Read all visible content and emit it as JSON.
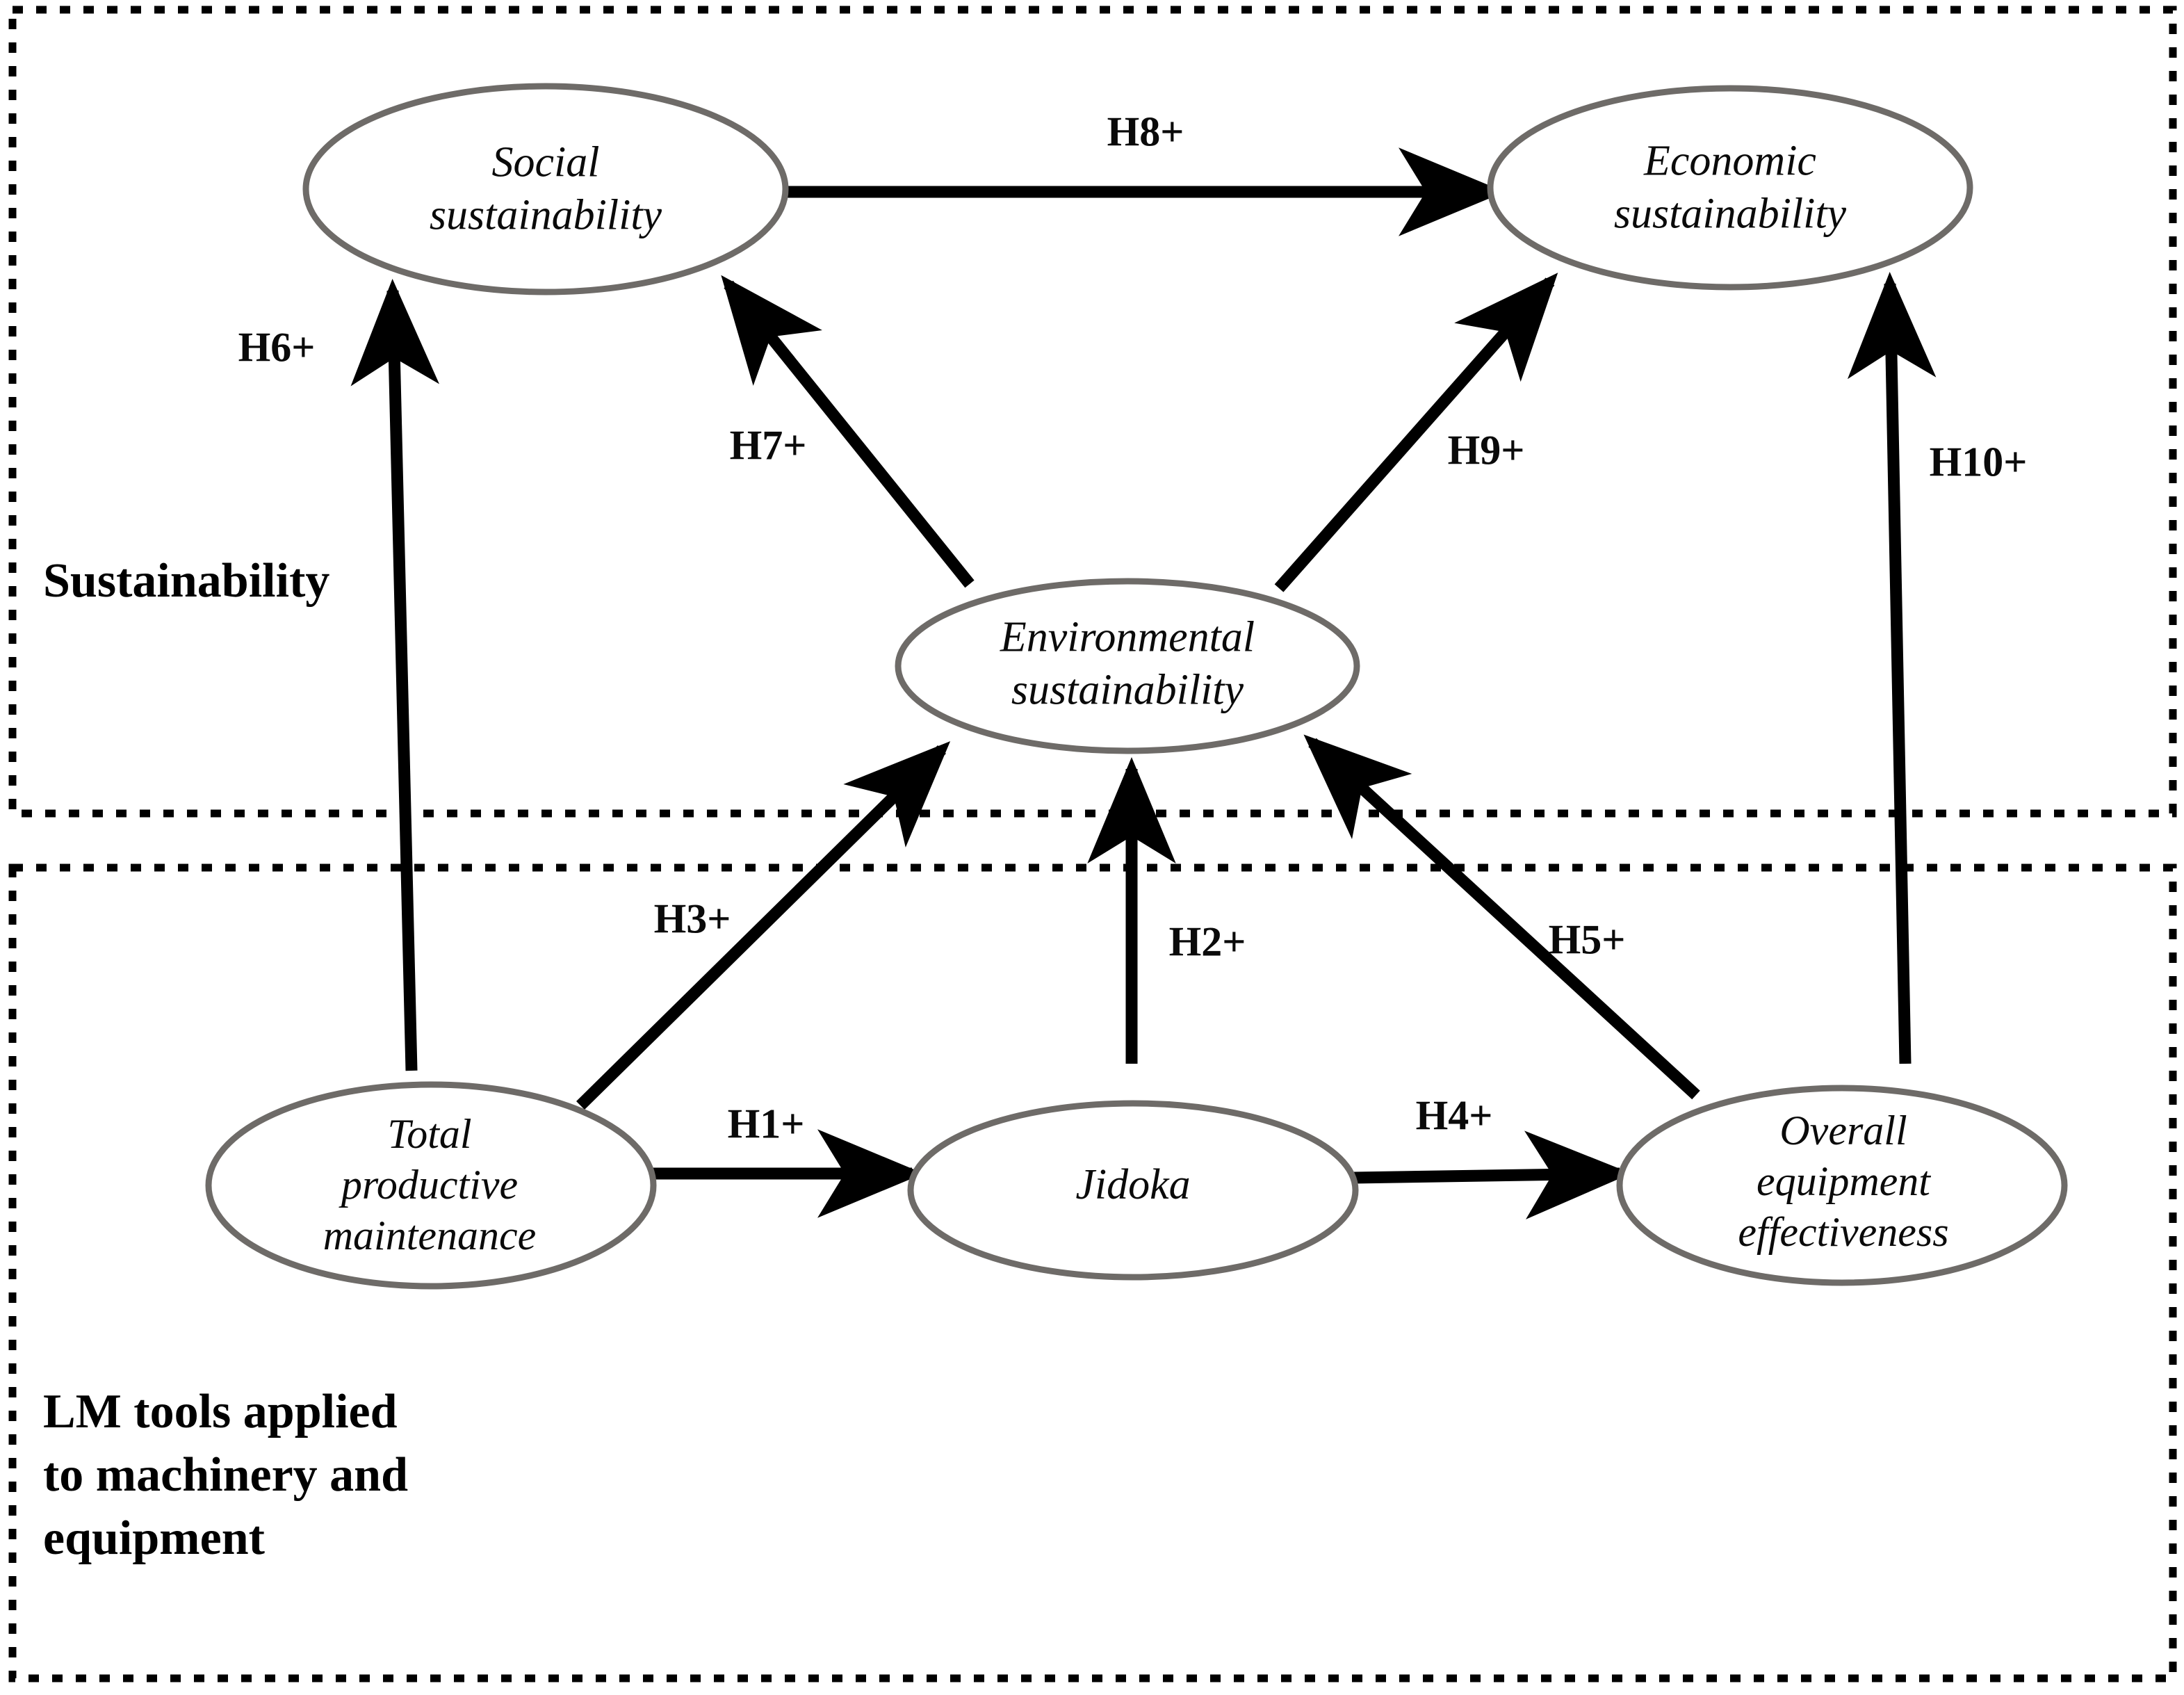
{
  "figure": {
    "type": "conceptual-model-diagram",
    "background": "#ffffff",
    "node_stroke_color": "#6e6b68",
    "edge_color": "#000000"
  },
  "groups": [
    {
      "id": "sustainability-group",
      "label": "Sustainability",
      "border_style": "dotted"
    },
    {
      "id": "lm-tools-group",
      "label": "LM tools applied\nto machinery and\nequipment",
      "border_style": "dotted"
    }
  ],
  "nodes": [
    {
      "id": "social",
      "label": "Social\nsustainability"
    },
    {
      "id": "economic",
      "label": "Economic\nsustainability"
    },
    {
      "id": "environmental",
      "label": "Environmental\nsustainability"
    },
    {
      "id": "tpm",
      "label": "Total\nproductive\nmaintenance"
    },
    {
      "id": "jidoka",
      "label": "Jidoka"
    },
    {
      "id": "oee",
      "label": "Overall\nequipment\neffectiveness"
    }
  ],
  "edges": [
    {
      "id": "h1",
      "label": "H1+",
      "from": "tpm",
      "to": "jidoka"
    },
    {
      "id": "h2",
      "label": "H2+",
      "from": "jidoka",
      "to": "environmental"
    },
    {
      "id": "h3",
      "label": "H3+",
      "from": "tpm",
      "to": "environmental"
    },
    {
      "id": "h4",
      "label": "H4+",
      "from": "jidoka",
      "to": "oee"
    },
    {
      "id": "h5",
      "label": "H5+",
      "from": "oee",
      "to": "environmental"
    },
    {
      "id": "h6",
      "label": "H6+",
      "from": "tpm",
      "to": "social"
    },
    {
      "id": "h7",
      "label": "H7+",
      "from": "environmental",
      "to": "social"
    },
    {
      "id": "h8",
      "label": "H8+",
      "from": "social",
      "to": "economic"
    },
    {
      "id": "h9",
      "label": "H9+",
      "from": "environmental",
      "to": "economic"
    },
    {
      "id": "h10",
      "label": "H10+",
      "from": "oee",
      "to": "economic"
    }
  ]
}
